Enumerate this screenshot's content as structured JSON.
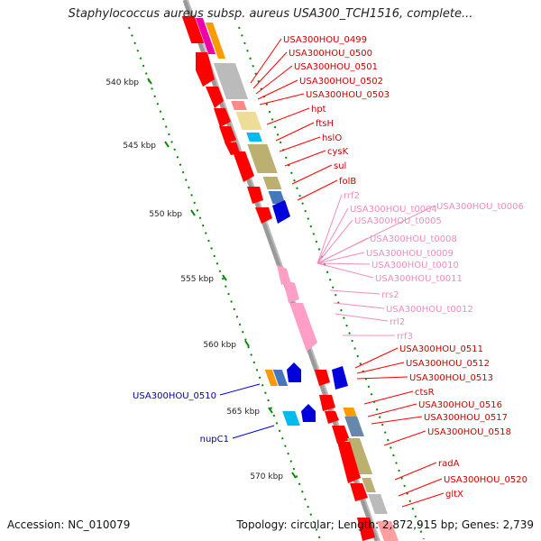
{
  "title": "Staphylococcus aureus subsp. aureus USA300_TCH1516, complete...",
  "accession_text": "Accession: NC_010079",
  "topology_text": "Topology: circular; Length: 2,872,915 bp; Genes: 2,739",
  "colors": {
    "cds": "#ff0000",
    "rrna": "#ff9fc7",
    "trna_label": "#f08cbc",
    "cds_label": "#cc0000",
    "minus_label": "#0000aa",
    "blue": "#0000dd",
    "backbone": "#888888",
    "tick": "#008800"
  },
  "scale_ticks": [
    {
      "label": "540 kbp"
    },
    {
      "label": "545 kbp"
    },
    {
      "label": "550 kbp"
    },
    {
      "label": "555 kbp"
    },
    {
      "label": "560 kbp"
    },
    {
      "label": "565 kbp"
    },
    {
      "label": "570 kbp"
    }
  ],
  "right_labels": [
    {
      "text": "USA300HOU_0499",
      "kind": "cds"
    },
    {
      "text": "USA300HOU_0500",
      "kind": "cds"
    },
    {
      "text": "USA300HOU_0501",
      "kind": "cds"
    },
    {
      "text": "USA300HOU_0502",
      "kind": "cds"
    },
    {
      "text": "USA300HOU_0503",
      "kind": "cds"
    },
    {
      "text": "hpt",
      "kind": "cds"
    },
    {
      "text": "ftsH",
      "kind": "cds"
    },
    {
      "text": "hslO",
      "kind": "cds"
    },
    {
      "text": "cysK",
      "kind": "cds"
    },
    {
      "text": "sul",
      "kind": "cds"
    },
    {
      "text": "folB",
      "kind": "cds"
    },
    {
      "text": "rrf2",
      "kind": "rna"
    },
    {
      "text": "USA300HOU_t0004",
      "kind": "rna"
    },
    {
      "text": "USA300HOU_t0006",
      "kind": "rna"
    },
    {
      "text": "USA300HOU_t0005",
      "kind": "rna"
    },
    {
      "text": "USA300HOU_t0008",
      "kind": "rna"
    },
    {
      "text": "USA300HOU_t0009",
      "kind": "rna"
    },
    {
      "text": "USA300HOU_t0010",
      "kind": "rna"
    },
    {
      "text": "USA300HOU_t0011",
      "kind": "rna"
    },
    {
      "text": "rrs2",
      "kind": "rna"
    },
    {
      "text": "USA300HOU_t0012",
      "kind": "rna"
    },
    {
      "text": "rrl2",
      "kind": "rna"
    },
    {
      "text": "rrf3",
      "kind": "rna"
    },
    {
      "text": "USA300HOU_0511",
      "kind": "cds"
    },
    {
      "text": "USA300HOU_0512",
      "kind": "cds"
    },
    {
      "text": "USA300HOU_0513",
      "kind": "cds"
    },
    {
      "text": "ctsR",
      "kind": "cds"
    },
    {
      "text": "USA300HOU_0516",
      "kind": "cds"
    },
    {
      "text": "USA300HOU_0517",
      "kind": "cds"
    },
    {
      "text": "USA300HOU_0518",
      "kind": "cds"
    },
    {
      "text": "radA",
      "kind": "cds"
    },
    {
      "text": "USA300HOU_0520",
      "kind": "cds"
    },
    {
      "text": "gltX",
      "kind": "cds"
    }
  ],
  "left_labels": [
    {
      "text": "USA300HOU_0510"
    },
    {
      "text": "nupC1"
    }
  ]
}
